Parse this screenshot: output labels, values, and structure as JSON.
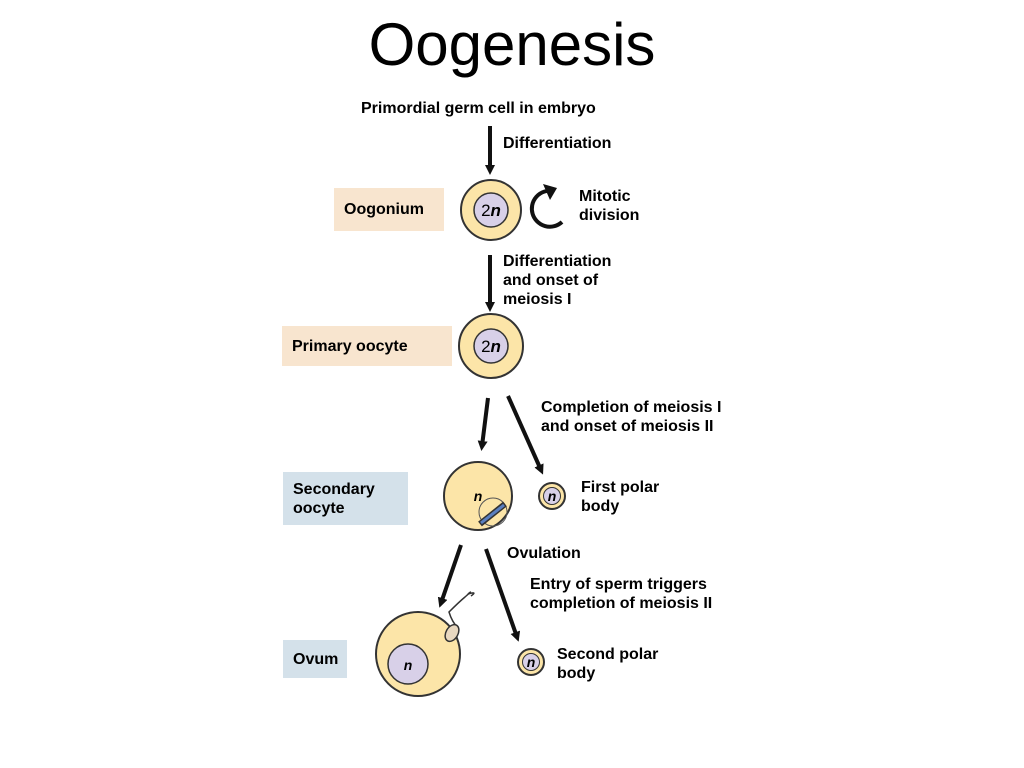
{
  "title": "Oogenesis",
  "colors": {
    "stage_bg_warm": "#f8e5cf",
    "stage_bg_cool": "#d4e1ea",
    "cell_fill": "#fce5a8",
    "nucleus_fill": "#d8d0e8",
    "outline": "#333333",
    "arrow": "#111111"
  },
  "stages": {
    "oogonium": "Oogonium",
    "primary_oocyte": "Primary oocyte",
    "secondary_oocyte": [
      "Secondary",
      "oocyte"
    ],
    "ovum": "Ovum"
  },
  "cells": {
    "oogonium_ploidy": {
      "num": "2",
      "sym": "n"
    },
    "primary_ploidy": {
      "num": "2",
      "sym": "n"
    },
    "secondary_ploidy": "n",
    "first_polar_ploidy": "n",
    "ovum_ploidy": "n",
    "second_polar_ploidy": "n"
  },
  "annotations": {
    "start": "Primordial germ cell in embryo",
    "differentiation": "Differentiation",
    "mitotic_division": [
      "Mitotic",
      "division"
    ],
    "onset_meiosis_1": [
      "Differentiation",
      "and onset of",
      "meiosis I"
    ],
    "completion_meiosis_1": [
      "Completion of meiosis I",
      "and onset of meiosis II"
    ],
    "first_polar_body": [
      "First polar",
      "body"
    ],
    "ovulation": "Ovulation",
    "sperm_entry": [
      "Entry of sperm triggers",
      "completion of meiosis II"
    ],
    "second_polar_body": [
      "Second polar",
      "body"
    ]
  }
}
